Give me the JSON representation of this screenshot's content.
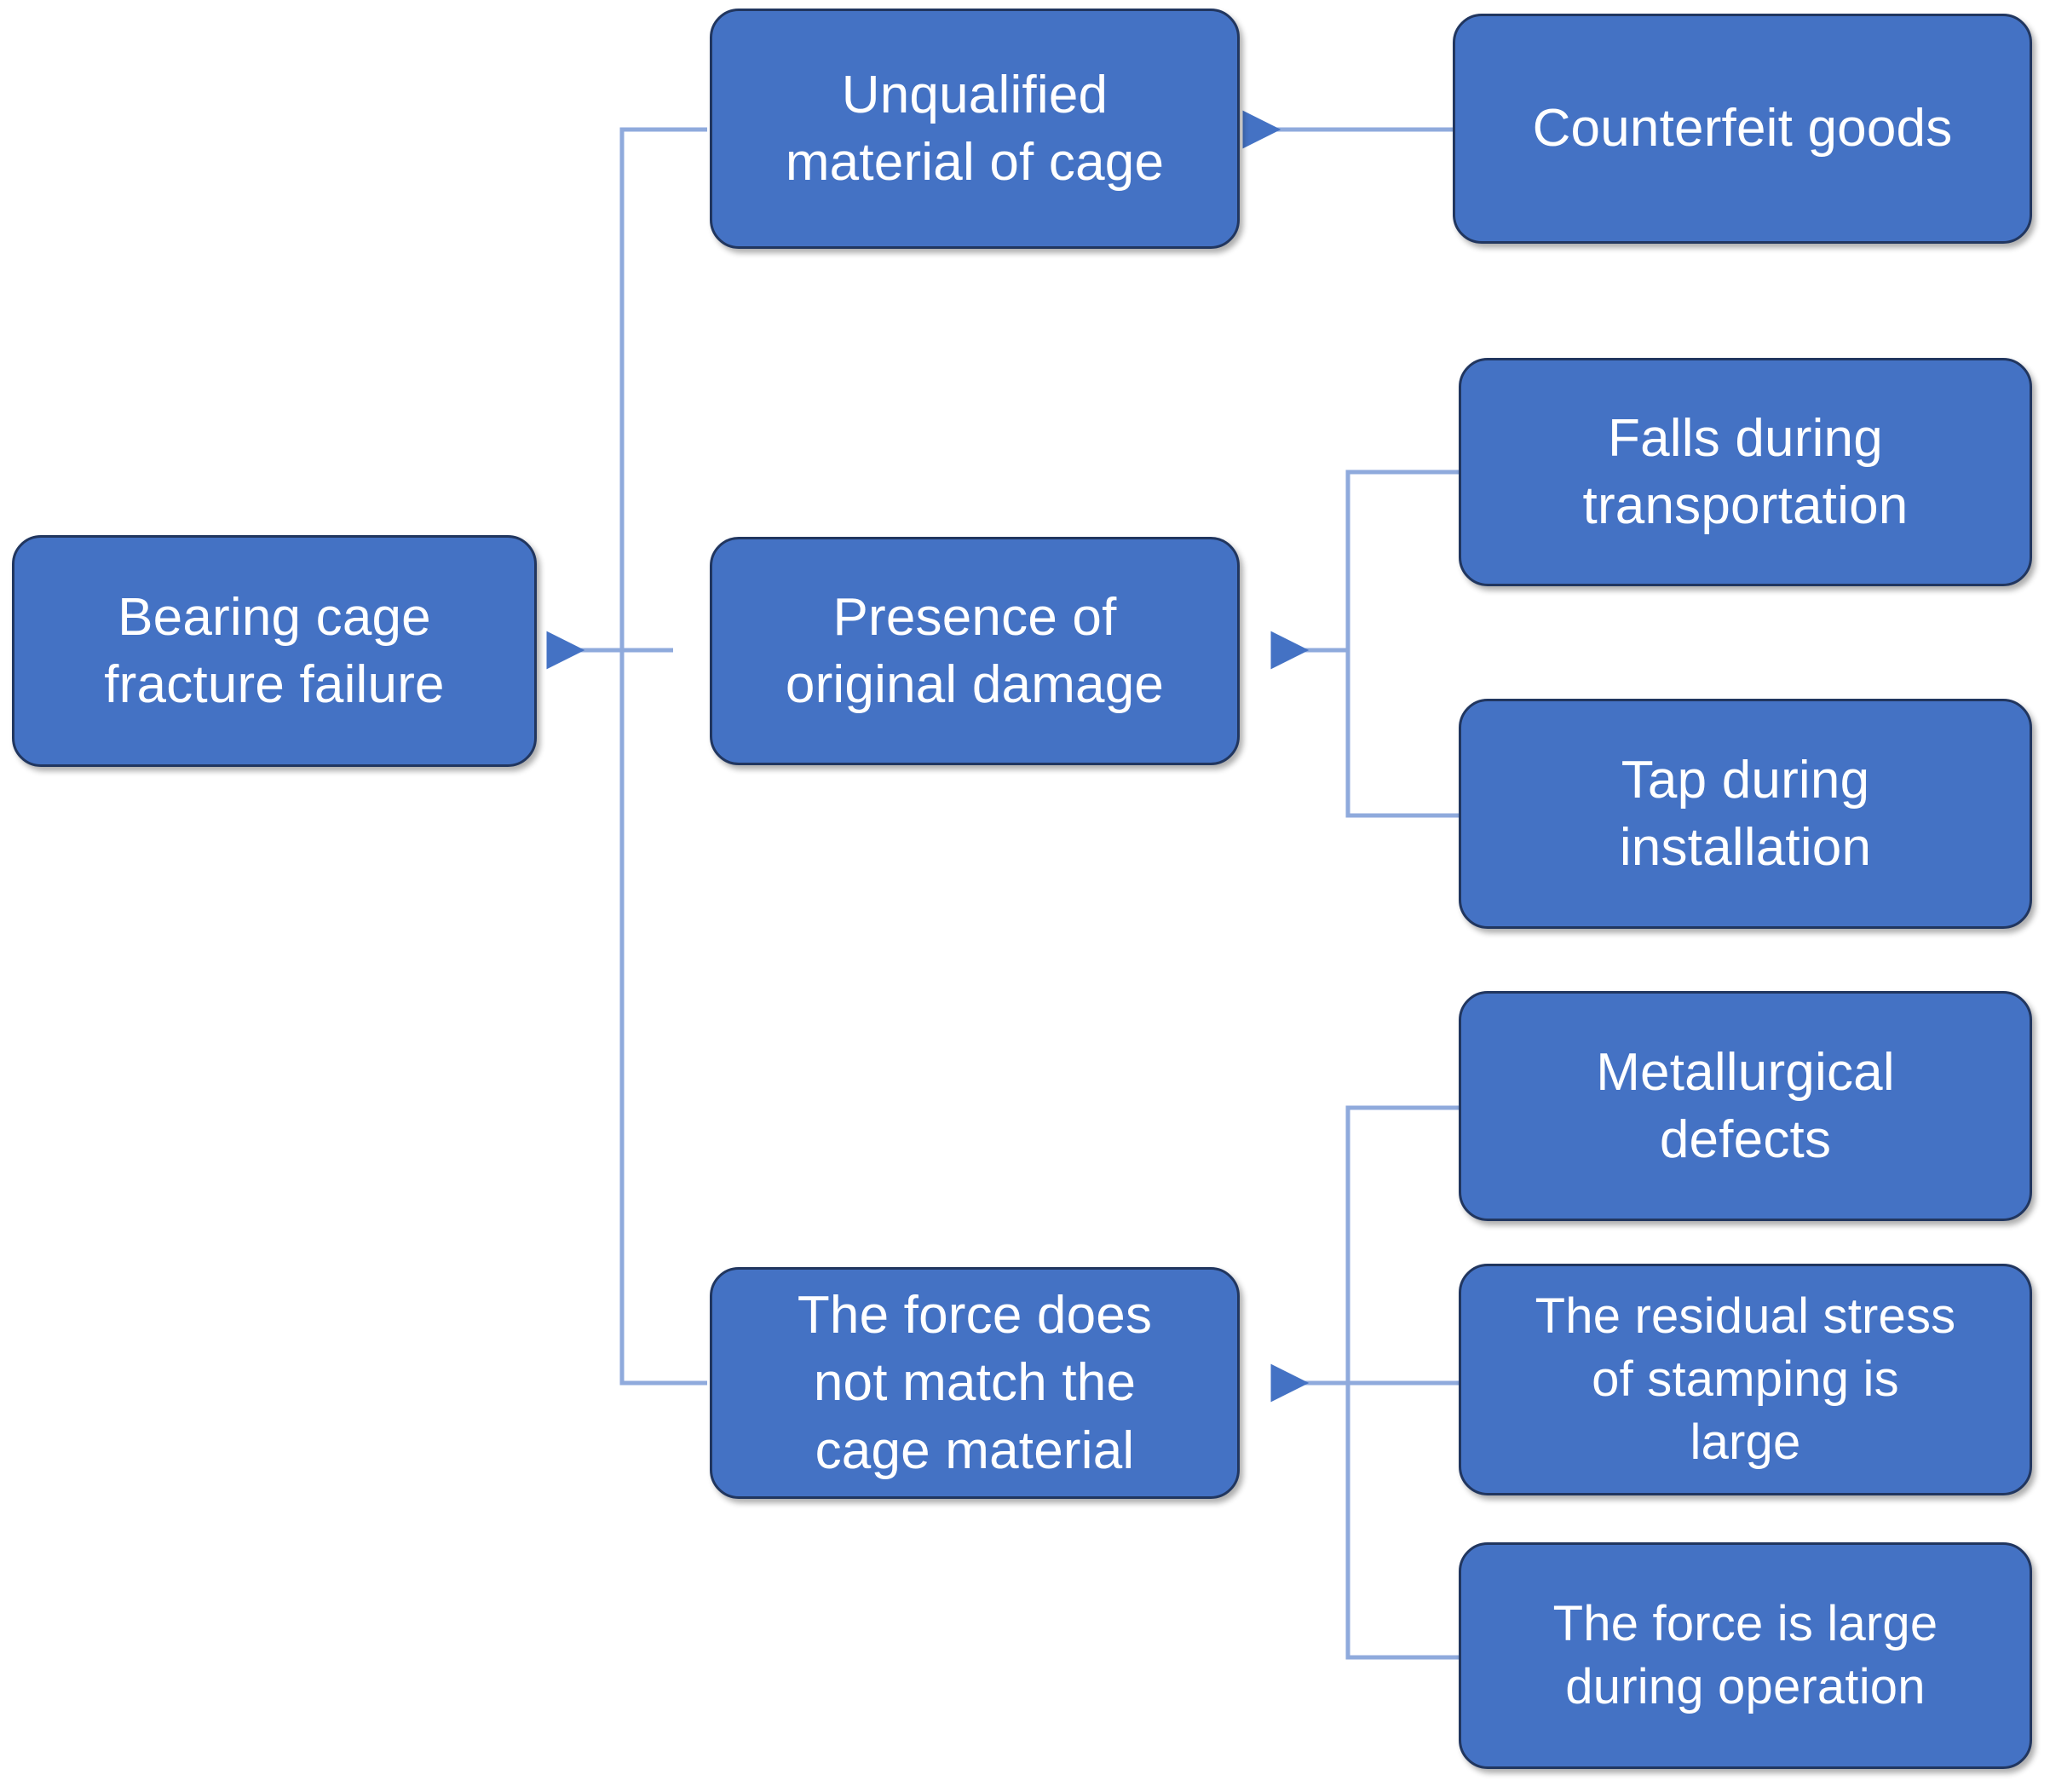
{
  "diagram": {
    "title": "Bearing cage fracture failure cause tree",
    "type": "fault-tree",
    "theme": {
      "node_fill": "#4472C4",
      "node_border": "#21365F",
      "node_text": "#FFFFFF",
      "connector": "#8FAADC",
      "background": "#FFFFFF"
    },
    "nodes": {
      "root": {
        "label": "Bearing cage\nfracture failure",
        "level": 1
      },
      "cause_material": {
        "label": "Unqualified\nmaterial of cage",
        "level": 2
      },
      "cause_damage": {
        "label": "Presence of\noriginal damage",
        "level": 2
      },
      "cause_force": {
        "label": "The force does\nnot match the\ncage material",
        "level": 2
      },
      "sub_counterfeit": {
        "label": "Counterfeit goods",
        "level": 3
      },
      "sub_falls": {
        "label": "Falls during\ntransportation",
        "level": 3
      },
      "sub_tap": {
        "label": "Tap during\ninstallation",
        "level": 3
      },
      "sub_metallurgical": {
        "label": "Metallurgical\ndefects",
        "level": 3
      },
      "sub_residual": {
        "label": "The residual stress\nof stamping is\nlarge",
        "level": 3
      },
      "sub_operation": {
        "label": "The force is large\nduring operation",
        "level": 3
      }
    },
    "edges": [
      {
        "from": "cause_material",
        "to": "root",
        "arrow": true
      },
      {
        "from": "cause_damage",
        "to": "root",
        "arrow": true
      },
      {
        "from": "cause_force",
        "to": "root",
        "arrow": true
      },
      {
        "from": "sub_counterfeit",
        "to": "cause_material",
        "arrow": true
      },
      {
        "from": "sub_falls",
        "to": "cause_damage",
        "arrow": true
      },
      {
        "from": "sub_tap",
        "to": "cause_damage",
        "arrow": true
      },
      {
        "from": "sub_metallurgical",
        "to": "cause_force",
        "arrow": true
      },
      {
        "from": "sub_residual",
        "to": "cause_force",
        "arrow": true
      },
      {
        "from": "sub_operation",
        "to": "cause_force",
        "arrow": true
      }
    ]
  }
}
